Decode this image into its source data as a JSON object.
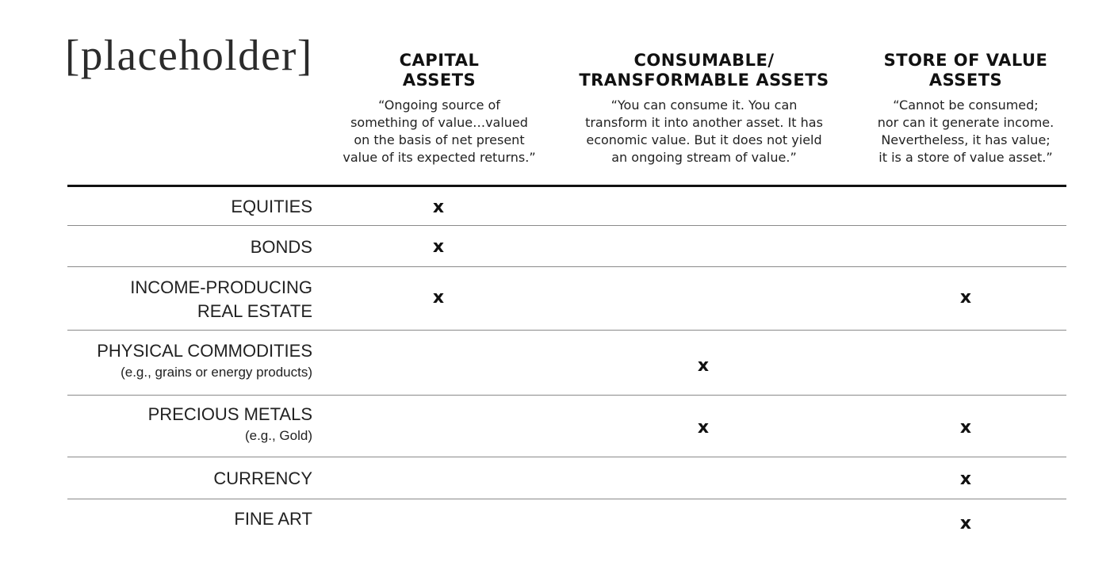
{
  "title": "[placeholder]",
  "columns": [
    {
      "title_lines": [
        "CAPITAL",
        "ASSETS"
      ],
      "desc_lines": [
        "“Ongoing source of",
        "something of value…valued",
        "on the basis of net present",
        "value of its expected returns.”"
      ]
    },
    {
      "title_lines": [
        "CONSUMABLE/",
        "TRANSFORMABLE ASSETS"
      ],
      "desc_lines": [
        "“You can consume it. You can",
        "transform it into another asset. It has",
        "economic value. But it does not yield",
        "an ongoing stream of value.”"
      ]
    },
    {
      "title_lines": [
        "STORE OF VALUE",
        "ASSETS"
      ],
      "desc_lines": [
        "“Cannot be consumed;",
        "nor can it generate income.",
        "Nevertheless, it has value;",
        "it is a store of value asset.”"
      ]
    }
  ],
  "mark_symbol": "x",
  "rows": [
    {
      "lines": [
        "EQUITIES"
      ],
      "sub": "",
      "marks": [
        true,
        false,
        false
      ]
    },
    {
      "lines": [
        "BONDS"
      ],
      "sub": "",
      "marks": [
        true,
        false,
        false
      ]
    },
    {
      "lines": [
        "INCOME-PRODUCING",
        "REAL ESTATE"
      ],
      "sub": "",
      "marks": [
        true,
        false,
        true
      ]
    },
    {
      "lines": [
        "PHYSICAL COMMODITIES"
      ],
      "sub": "(e.g., grains or energy products)",
      "marks": [
        false,
        true,
        false
      ]
    },
    {
      "lines": [
        "PRECIOUS METALS"
      ],
      "sub": "(e.g., Gold)",
      "marks": [
        false,
        true,
        true
      ]
    },
    {
      "lines": [
        "CURRENCY"
      ],
      "sub": "",
      "marks": [
        false,
        false,
        true
      ]
    },
    {
      "lines": [
        "FINE ART"
      ],
      "sub": "",
      "marks": [
        false,
        false,
        true
      ]
    }
  ]
}
